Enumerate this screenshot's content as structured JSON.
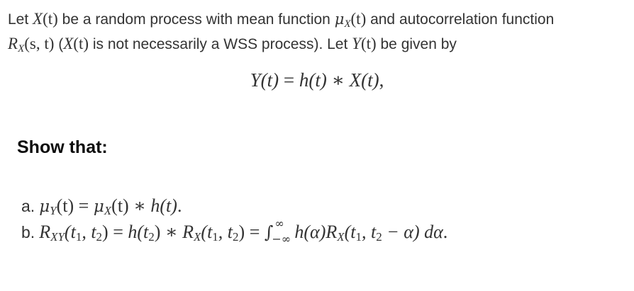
{
  "intro": {
    "t1": "Let ",
    "X": "X",
    "paren_t": "(t)",
    "t2": " be a random process with mean function ",
    "mu": "μ",
    "sub_X": "X",
    "t3": " and autocorrelation function",
    "R": "R",
    "args_st": "(s, t)",
    "t4": " (",
    "t5": " is not necessarily a WSS process). Let ",
    "Y": "Y",
    "t6": " be given by"
  },
  "display_equation": {
    "lhs": "Y(t)",
    "eq": " = ",
    "h": "h(t)",
    "conv": " ∗ ",
    "x": "X(t)",
    "end": ","
  },
  "heading": "Show that:",
  "items": [
    {
      "label": "a.",
      "mu": "μ",
      "sub_Y": "Y",
      "t": "(t)",
      "eq": " = ",
      "sub_X": "X",
      "conv": " ∗ ",
      "h": "h(t)",
      "end": "."
    },
    {
      "label": "b.",
      "R": "R",
      "sub_XY": "XY",
      "open": "(t",
      "one": "1",
      "comma": ", t",
      "two": "2",
      "close": ")",
      "eq": " = ",
      "h_open": "h(t",
      "conv": " ∗ ",
      "sub_X": "X",
      "integral": "∫",
      "upper": "∞",
      "lower": "−∞",
      "h_alpha": "h(α)",
      "minus_alpha": " − α)",
      "d_alpha": " dα",
      "end": "."
    }
  ]
}
